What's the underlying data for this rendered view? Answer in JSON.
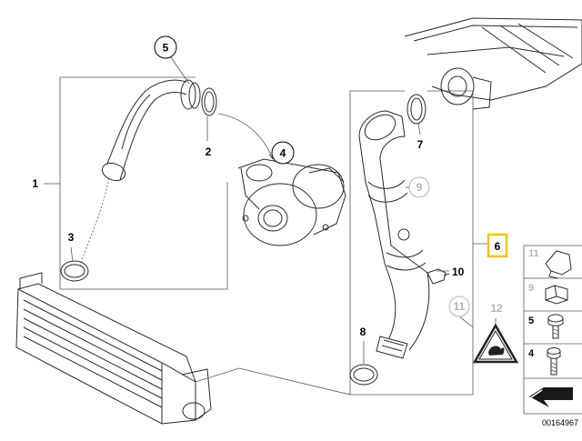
{
  "callouts": {
    "c1": "1",
    "c2": "2",
    "c3": "3",
    "c4": "4",
    "c5": "5",
    "c6": "6",
    "c7": "7",
    "c8": "8",
    "c9": "9",
    "c10": "10",
    "c11": "11",
    "c12": "12"
  },
  "legend": {
    "items": [
      "11",
      "9",
      "5",
      "4"
    ]
  },
  "doc_id": "00164967",
  "colors": {
    "highlight": "#f5c400",
    "line": "#2a2a2a",
    "grey_label": "#b4b4b4"
  }
}
